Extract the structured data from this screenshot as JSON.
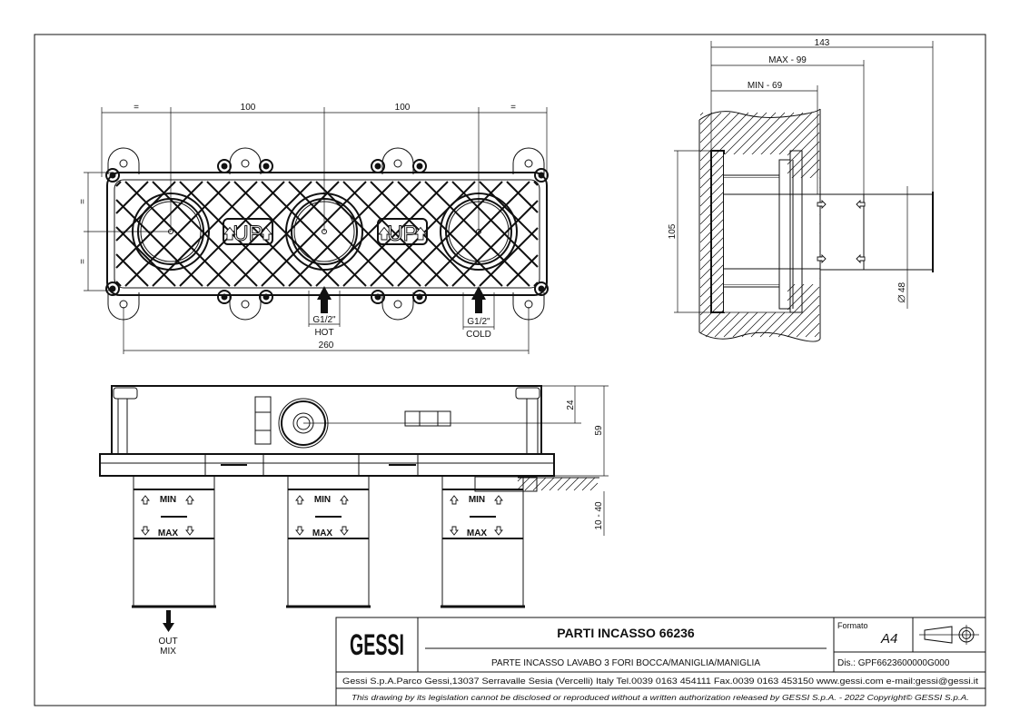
{
  "front_view": {
    "dims": {
      "eq_left": "=",
      "spacing_1": "100",
      "spacing_2": "100",
      "eq_right": "=",
      "eq_vert_top": "=",
      "eq_vert_bottom": "=",
      "overall_width": "260"
    },
    "up_label": "UP",
    "connections": [
      {
        "thread": "G1/2\"",
        "label": "HOT"
      },
      {
        "thread": "G1/2\"",
        "label": "COLD"
      }
    ]
  },
  "top_view": {
    "min_label": "MIN",
    "max_label": "MAX",
    "dims": {
      "axis_depth": "24",
      "height": "59",
      "wall_range": "10 - 40"
    },
    "outlet": {
      "line1": "OUT",
      "line2": "MIX"
    }
  },
  "section_view": {
    "dims": {
      "total": "143",
      "max": "MAX - 99",
      "min": "MIN - 69",
      "height": "105",
      "diameter": "48"
    }
  },
  "title_block": {
    "logo": "GESSI",
    "title": "PARTI INCASSO 66236",
    "subtitle": "PARTE INCASSO LAVABO 3 FORI BOCCA/MANIGLIA/MANIGLIA",
    "format_label": "Formato",
    "format_value": "A4",
    "drawing_number": "Dis.: GPF6623600000G000",
    "address": "Gessi S.p.A.Parco Gessi,13037 Serravalle Sesia (Vercelli) Italy Tel.0039 0163 454111 Fax.0039 0163 453150 www.gessi.com e-mail:gessi@gessi.it",
    "disclaimer": "This drawing by its legislation cannot be disclosed or reproduced without a written authorization released by GESSI S.p.A. - 2022 Copyright© GESSI S.p.A."
  }
}
